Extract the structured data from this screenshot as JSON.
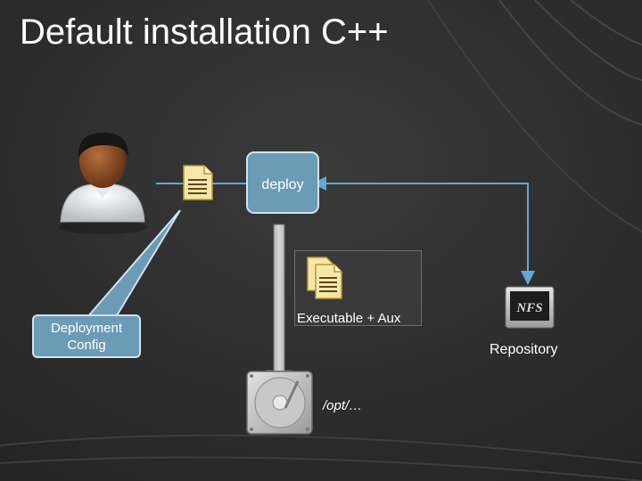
{
  "slide": {
    "title": "Default installation C++"
  },
  "nodes": {
    "deploy": "deploy",
    "deployment_config": {
      "line1": "Deployment",
      "line2": "Config"
    },
    "executable": "Executable + Aux",
    "repository": "Repository",
    "install_path": "/opt/…",
    "nfs_badge": "NFS"
  },
  "colors": {
    "background": "#2e2e2e",
    "box_fill": "#6b9bb5",
    "box_border": "#cfe3ee",
    "connector": "#5fa8d8"
  },
  "icons": [
    "user-icon",
    "document-icon",
    "documents-stack-icon",
    "nfs-server-icon",
    "hard-drive-icon"
  ]
}
